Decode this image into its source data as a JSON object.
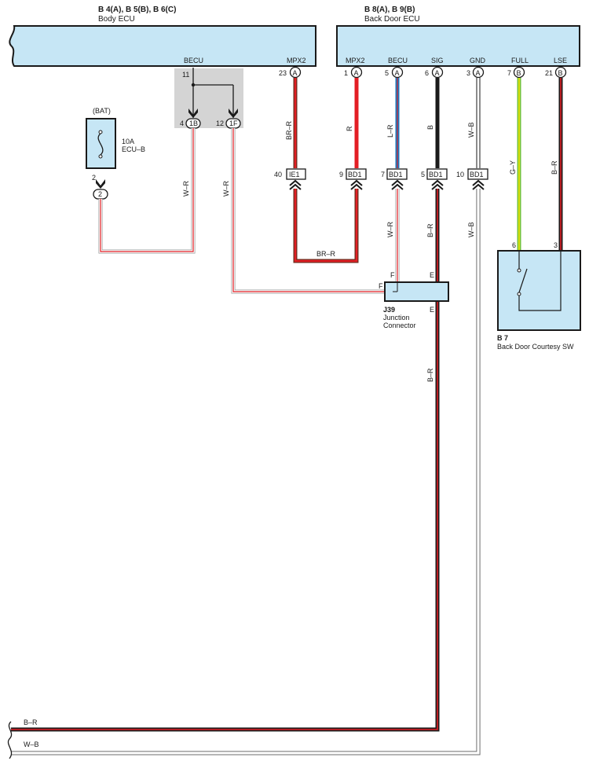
{
  "body_ecu": {
    "part_ids": "B 4(A), B 5(B), B 6(C)",
    "name": "Body ECU",
    "pins": [
      {
        "label": "BECU",
        "number": "11",
        "connector": ""
      },
      {
        "label": "MPX2",
        "number": "23",
        "connector": "A"
      }
    ],
    "junction_pins": [
      {
        "number": "4",
        "connector": "1B"
      },
      {
        "number": "12",
        "connector": "1F"
      }
    ]
  },
  "back_door_ecu": {
    "part_ids": "B 8(A), B 9(B)",
    "name": "Back Door ECU",
    "pins": [
      {
        "label": "MPX2",
        "number": "1",
        "connector": "A"
      },
      {
        "label": "BECU",
        "number": "5",
        "connector": "A"
      },
      {
        "label": "SIG",
        "number": "6",
        "connector": "A"
      },
      {
        "label": "GND",
        "number": "3",
        "connector": "A"
      },
      {
        "label": "FULL",
        "number": "7",
        "connector": "B"
      },
      {
        "label": "LSE",
        "number": "21",
        "connector": "B"
      }
    ]
  },
  "fuse": {
    "supply": "(BAT)",
    "rating": "10A",
    "name": "ECU–B",
    "pin": "2",
    "connector": "2"
  },
  "inline_connectors": [
    {
      "number": "40",
      "label": "IE1"
    },
    {
      "number": "9",
      "label": "BD1"
    },
    {
      "number": "7",
      "label": "BD1"
    },
    {
      "number": "5",
      "label": "BD1"
    },
    {
      "number": "10",
      "label": "BD1"
    }
  ],
  "junction_connector": {
    "id": "J39",
    "name_line1": "Junction",
    "name_line2": "Connector",
    "pin_f": "F",
    "pin_e": "E"
  },
  "courtesy_switch": {
    "id": "B 7",
    "name": "Back Door Courtesy SW",
    "pin_left": "6",
    "pin_right": "3"
  },
  "wire_labels": {
    "mpx2_body": "BR–R",
    "mpx2_bottom": "BR–R",
    "mpx2_back": "R",
    "becu_back": "L–R",
    "sig": "B",
    "gnd": "W–B",
    "full": "G–Y",
    "lse": "B–R",
    "fuse_wire": "W–R",
    "jc_wire": "W–R",
    "becu_lower": "W–R",
    "sig_lower": "B–R",
    "gnd_lower": "W–B",
    "sig_bottom": "B–R",
    "exit_br": "B–R",
    "exit_wb": "W–B"
  },
  "colors": {
    "ecu_fill": "#c6e6f5",
    "junction_shade": "#d4d4d4",
    "red": "#e31e24",
    "light_blue": "#2e9be0",
    "green": "#72c23b",
    "yellow": "#f3e600",
    "black": "#1a1a1a"
  }
}
